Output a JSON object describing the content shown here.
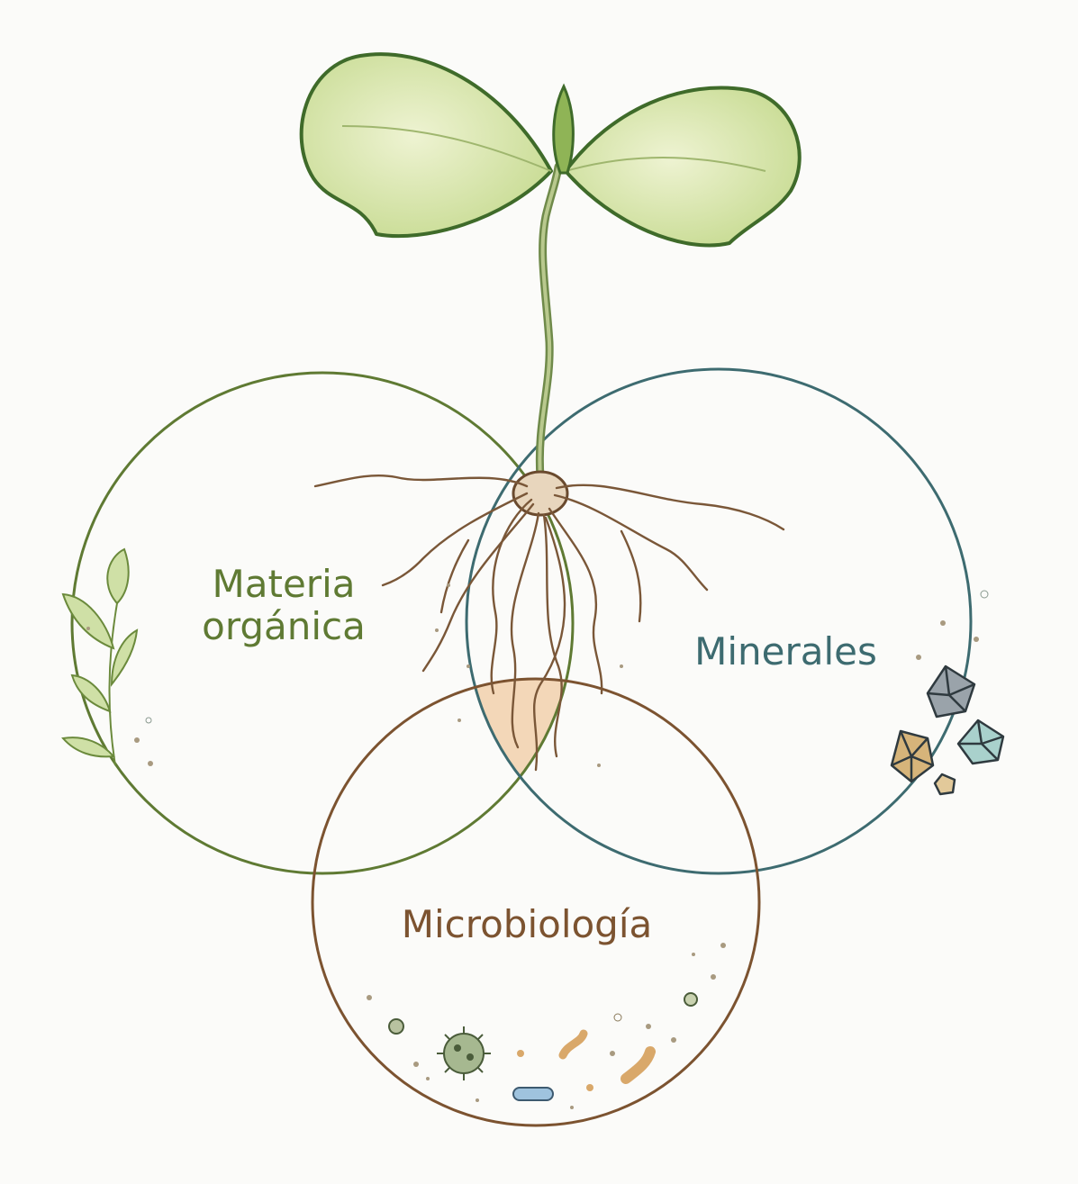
{
  "diagram": {
    "sets": [
      {
        "id": "organic",
        "label": "Materia orgánica",
        "color": "#5f7a33"
      },
      {
        "id": "minerals",
        "label": "Minerales",
        "color": "#3d6b70"
      },
      {
        "id": "microbiology",
        "label": "Microbiología",
        "color": "#7c5330"
      }
    ],
    "center_fill": "#f2d3b0",
    "plant": {
      "leaf_color": "#d9e6b0",
      "leaf_outline": "#3f6b2a",
      "stem_color": "#8aa063",
      "root_color": "#7a5738"
    },
    "mineral_colors": [
      "#9aa3aa",
      "#d6b47a",
      "#a9d1cc"
    ],
    "microbe_colors": [
      "#a6b890",
      "#d9a86a",
      "#9fc3de"
    ]
  }
}
